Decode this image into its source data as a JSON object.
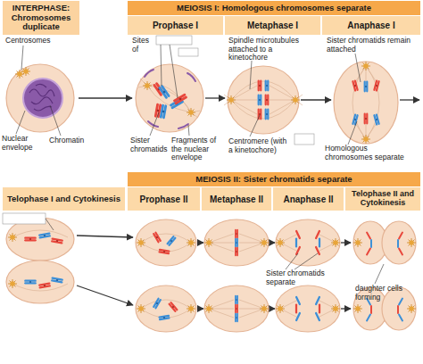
{
  "diagram": {
    "nodes": [
      {
        "text": [
          "INTERPHASE: Chromosomes duplicate"
        ]
      },
      {
        "text": [
          "MEIOSIS I: Homologous chromosomes separate"
        ]
      },
      {
        "text": [
          "Prophase I"
        ]
      },
      {
        "text": [
          "Metaphase I"
        ]
      },
      {
        "text": [
          "Anaphase I"
        ]
      },
      {
        "text": [
          "Telophase I and Cytokinesis"
        ]
      },
      {
        "text": [
          "MEIOSIS II: Sister chromatids separate"
        ]
      },
      {
        "text": [
          "Prophase II"
        ]
      },
      {
        "text": [
          "Metaphase II"
        ]
      },
      {
        "text": [
          "Anaphase II"
        ]
      },
      {
        "text": [
          "Telophase II and Cytokinesis"
        ]
      }
    ],
    "labels": [
      "Centrosomes",
      "Sites of",
      "Spindle microtubules attached to a kinetochore",
      "Sister chromatids remain attached",
      "Nuclear envelope",
      "Chromatin",
      "Sister chromatids",
      "Fragments of the nuclear envelope",
      "Centromere (with a kinetochore)",
      "Homologous chromosomes separate",
      "Sister chromatids separate",
      "daughter cells forming"
    ]
  }
}
